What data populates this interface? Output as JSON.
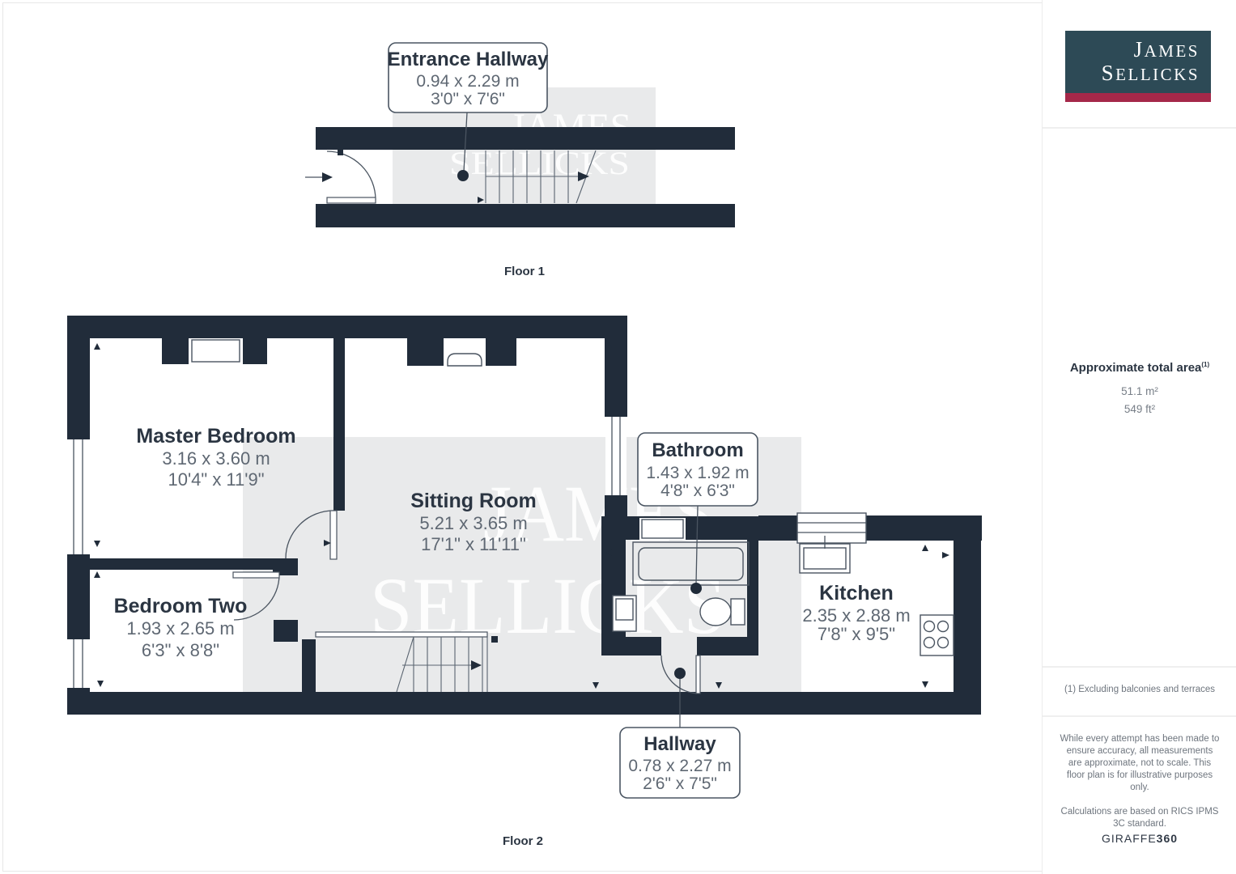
{
  "floor1": {
    "label": "Floor 1",
    "room_box": {
      "name": "Entrance Hallway",
      "metric": "0.94 x 2.29 m",
      "imperial": "3'0\" x 7'6\""
    }
  },
  "floor2": {
    "label": "Floor 2",
    "rooms": {
      "master": {
        "name": "Master Bedroom",
        "metric": "3.16 x 3.60 m",
        "imperial": "10'4\" x 11'9\""
      },
      "sitting": {
        "name": "Sitting Room",
        "metric": "5.21 x 3.65 m",
        "imperial": "17'1\" x 11'11\""
      },
      "bedroom2": {
        "name": "Bedroom Two",
        "metric": "1.93 x 2.65 m",
        "imperial": "6'3\" x 8'8\""
      },
      "kitchen": {
        "name": "Kitchen",
        "metric": "2.35 x 2.88 m",
        "imperial": "7'8\" x 9'5\""
      },
      "bathroom": {
        "name": "Bathroom",
        "metric": "1.43 x 1.92 m",
        "imperial": "4'8\" x 6'3\""
      },
      "hallway": {
        "name": "Hallway",
        "metric": "0.78 x 2.27 m",
        "imperial": "2'6\" x 7'5\""
      }
    }
  },
  "watermark": {
    "line1": "JAMES",
    "line2": "SELLICKS"
  },
  "sidebar": {
    "logo": {
      "line1": "JAMES",
      "line2": "SELLICKS"
    },
    "area": {
      "title": "Approximate total area",
      "superscript": "(1)",
      "metric": "51.1 m²",
      "imperial": "549 ft²"
    },
    "footnote": "(1) Excluding balconies and terraces",
    "disclaimer1": "While every attempt has been made to ensure accuracy, all measurements are approximate, not to scale. This floor plan is for illustrative purposes only.",
    "disclaimer2": "Calculations are based on RICS IPMS 3C standard.",
    "brand": {
      "name": "GIRAFFE",
      "number": "360"
    }
  },
  "colors": {
    "wall": "#212c3a",
    "watermark_bg": "#e9eaeb",
    "logo_teal": "#2d4a56",
    "logo_crimson": "#a52849",
    "room_name_text": "#2b3542",
    "dimension_text": "#5f6873",
    "muted_text": "#6e757e"
  }
}
